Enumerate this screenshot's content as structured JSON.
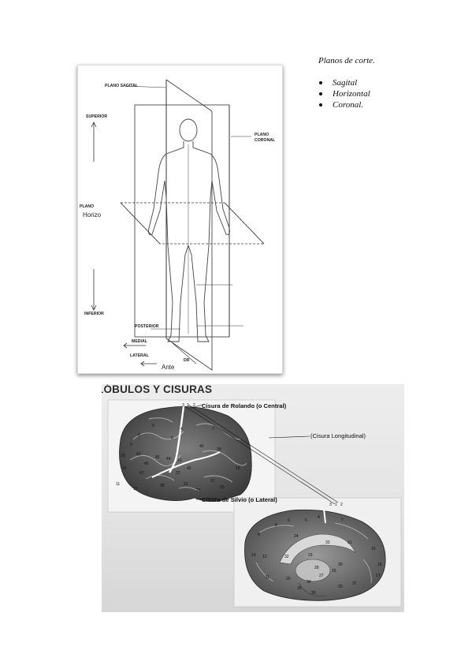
{
  "planes_list": {
    "title": "Planos de corte.",
    "items": [
      "Sagital",
      "Horizontal",
      "Coronal."
    ]
  },
  "figure1": {
    "labels": {
      "plano_sagital": "PLANO SAGITAL",
      "superior": "SUPERIOR",
      "plano_coronal_1": "PLANO",
      "plano_coronal_2": "CORONAL",
      "plano_h": "PLANO",
      "horizo": "Horizo",
      "inferior": "INFERIOR",
      "posterior": "POSTERIOR",
      "medial": "MEDIAL",
      "lateral": "LATERAL",
      "ante": "Ante",
      "dr": "DR"
    }
  },
  "figure2": {
    "title": "LÓBULOS Y CISURAS",
    "caption_rolando": "Cisura de Rolando (o Central)",
    "caption_silvio": "Cisura de Silvio (o Lateral)",
    "caption_longitudinal": "(Cisura Longitudinal)",
    "lateral_numbers": [
      "3",
      "1",
      "2",
      "5",
      "4",
      "7",
      "8",
      "6",
      "9",
      "40",
      "39",
      "19",
      "43",
      "45",
      "44",
      "41",
      "42",
      "18",
      "22",
      "47",
      "38",
      "21",
      "37",
      "17",
      "11",
      "10",
      "46",
      "21",
      "20"
    ],
    "medial_numbers": [
      "3",
      "1",
      "2",
      "4",
      "5",
      "6",
      "8",
      "7",
      "9",
      "24",
      "33",
      "31",
      "32",
      "23",
      "10",
      "12",
      "11",
      "25",
      "28",
      "30",
      "27",
      "26",
      "34",
      "35",
      "36",
      "20",
      "37",
      "17",
      "18",
      "19"
    ]
  }
}
